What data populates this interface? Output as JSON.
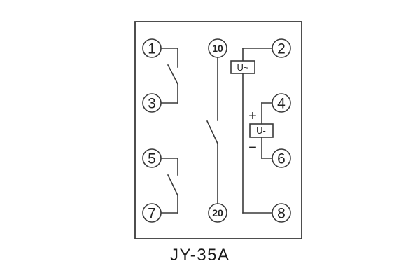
{
  "model": "JY-35A",
  "terminals": {
    "t1": "1",
    "t3": "3",
    "t5": "5",
    "t7": "7",
    "t10": "10",
    "t20": "20",
    "t2": "2",
    "t4": "4",
    "t6": "6",
    "t8": "8"
  },
  "coils": {
    "ac": "U~",
    "dc": "U-"
  },
  "polarity": {
    "plus": "+",
    "minus": "−"
  }
}
